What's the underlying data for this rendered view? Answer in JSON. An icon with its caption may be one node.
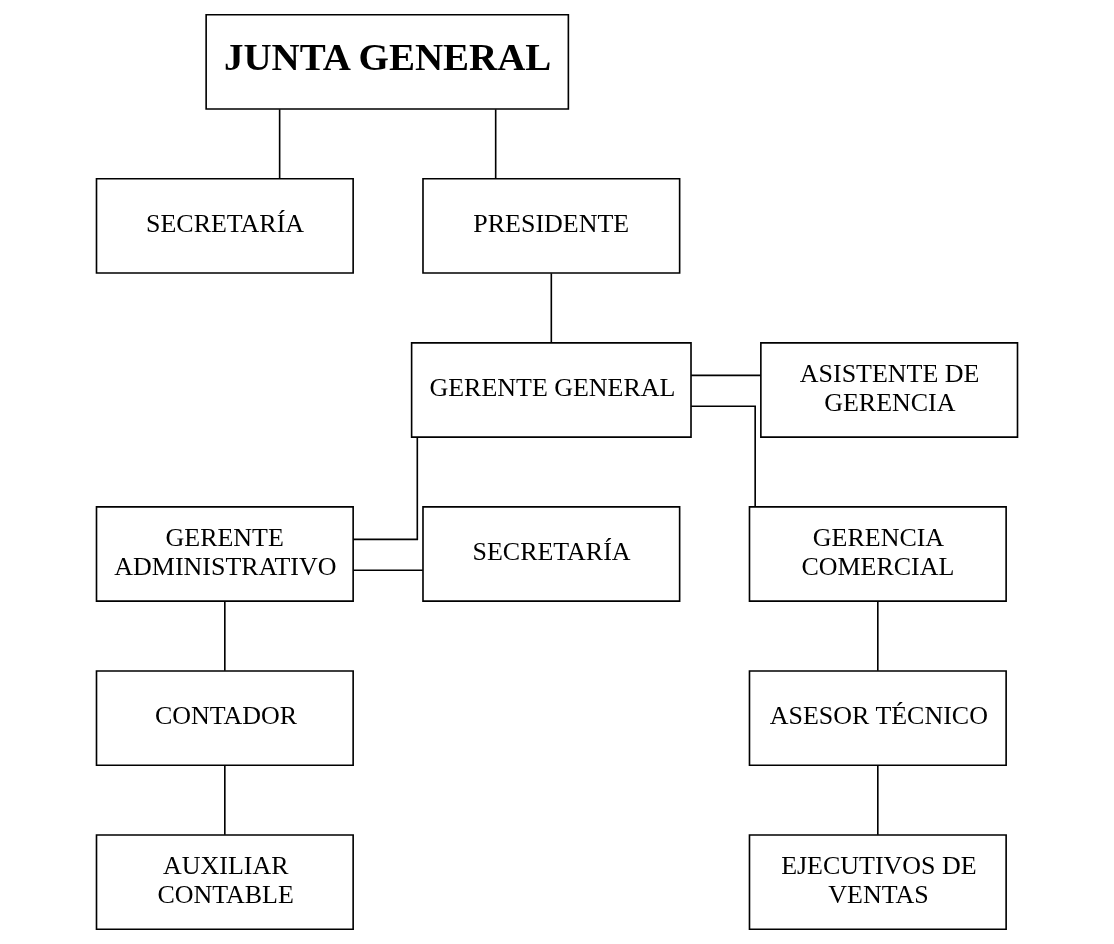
{
  "diagram": {
    "nodes": [
      {
        "text": [
          "JUNTA GENERAL"
        ]
      },
      {
        "text": [
          "SECRETARÍA"
        ]
      },
      {
        "text": [
          "PRESIDENTE"
        ]
      },
      {
        "text": [
          "GERENTE GENERAL"
        ]
      },
      {
        "text": [
          "ASISTENTE DE GERENCIA"
        ]
      },
      {
        "text": [
          "GERENTE ADMINISTRATIVO"
        ]
      },
      {
        "text": [
          "SECRETARÍA"
        ]
      },
      {
        "text": [
          "GERENCIA COMERCIAL"
        ]
      },
      {
        "text": [
          "CONTADOR"
        ]
      },
      {
        "text": [
          "ASESOR TÉCNICO"
        ]
      },
      {
        "text": [
          "AUXILIAR CONTABLE"
        ]
      },
      {
        "text": [
          "EJECUTIVOS DE VENTAS"
        ]
      }
    ],
    "edges": [
      {
        "from": 0,
        "to": 2,
        "arrow": "none"
      },
      {
        "from": 0,
        "to": 1,
        "arrow": "none"
      },
      {
        "from": 2,
        "to": 3,
        "arrow": "none"
      },
      {
        "from": 3,
        "to": 4,
        "arrow": "none"
      },
      {
        "from": 3,
        "to": 5,
        "arrow": "none"
      },
      {
        "from": 3,
        "to": 7,
        "arrow": "none"
      },
      {
        "from": 5,
        "to": 6,
        "arrow": "none"
      },
      {
        "from": 5,
        "to": 8,
        "arrow": "none"
      },
      {
        "from": 8,
        "to": 10,
        "arrow": "none"
      },
      {
        "from": 7,
        "to": 9,
        "arrow": "none"
      },
      {
        "from": 9,
        "to": 11,
        "arrow": "none"
      }
    ]
  }
}
